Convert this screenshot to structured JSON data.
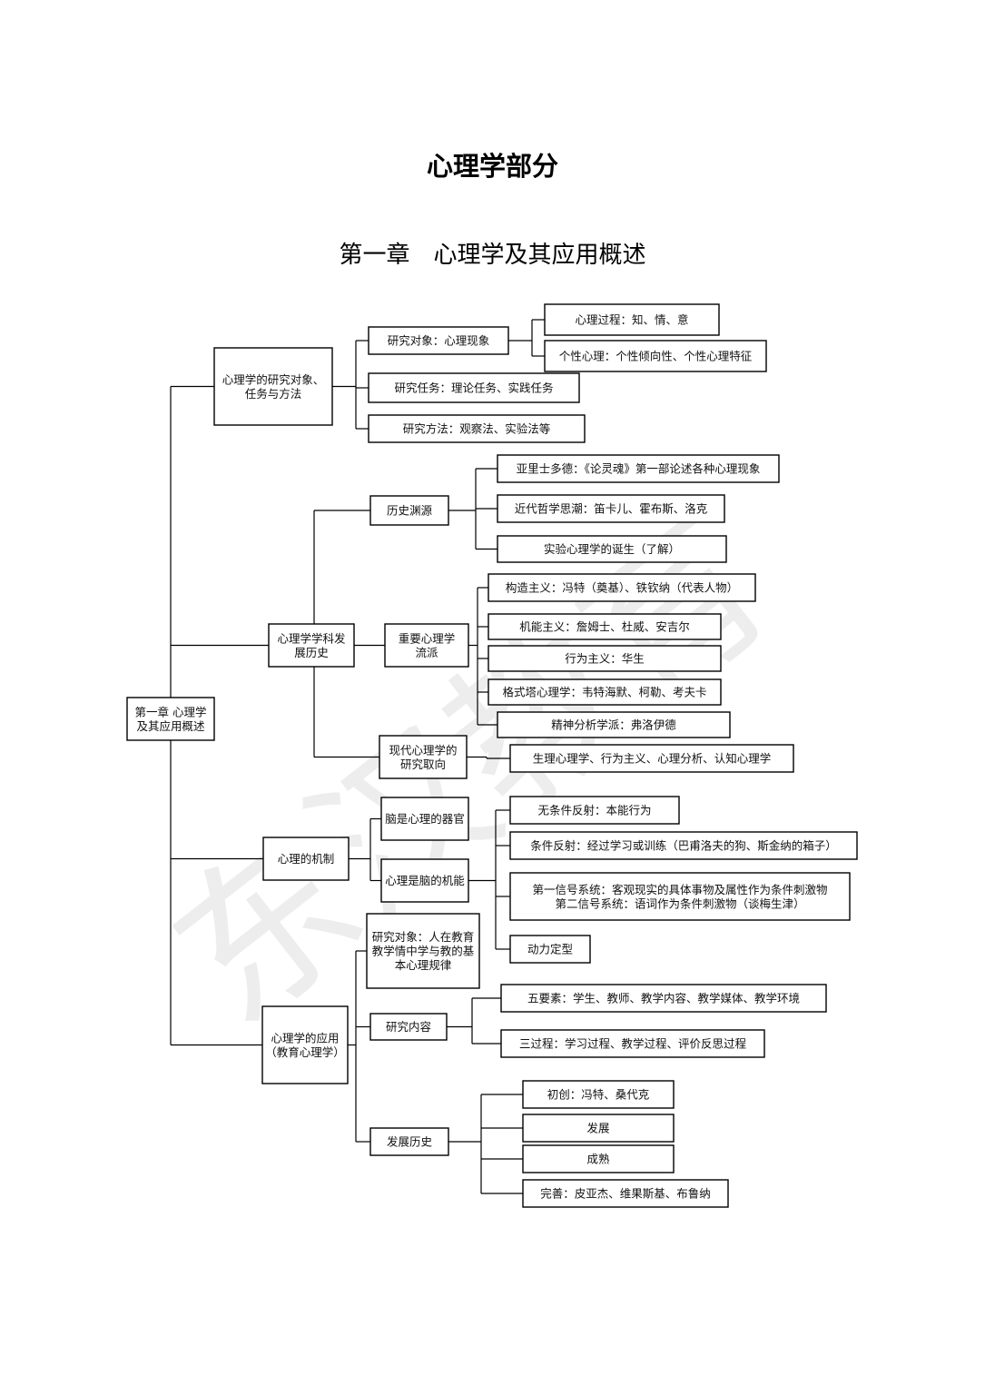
{
  "header": {
    "title": "心理学部分",
    "chapter": "第一章　心理学及其应用概述"
  },
  "watermark": "东汉教育",
  "nodes": {
    "root": "第一章 心理学\n及其应用概述",
    "objects": "心理学的研究对象、\n任务与方法",
    "obj_phen": "研究对象：心理现象",
    "obj_proc": "心理过程：知、情、意",
    "obj_pers": "个性心理：个性倾向性、个性心理特征",
    "obj_task": "研究任务：理论任务、实践任务",
    "obj_meth": "研究方法：观察法、实验法等",
    "history": "心理学学科发\n展历史",
    "hist_src": "历史渊源",
    "hist_ari": "亚里士多德：《论灵魂》第一部论述各种心理现象",
    "hist_phil": "近代哲学思潮：笛卡儿、霍布斯、洛克",
    "hist_exp": "实验心理学的诞生（了解）",
    "schools": "重要心理学\n流派",
    "sch_str": "构造主义：冯特（奠基）、铁钦纳（代表人物）",
    "sch_fun": "机能主义：詹姆士、杜威、安吉尔",
    "sch_beh": "行为主义：华生",
    "sch_ges": "格式塔心理学：韦特海默、柯勒、考夫卡",
    "sch_psy": "精神分析学派：弗洛伊德",
    "modern": "现代心理学的\n研究取向",
    "mod_list": "生理心理学、行为主义、心理分析、认知心理学",
    "mech": "心理的机制",
    "mech_organ": "脑是心理的器官",
    "mech_func": "心理是脑的机能",
    "mf_uncond": "无条件反射：本能行为",
    "mf_cond": "条件反射：经过学习或训练（巴甫洛夫的狗、斯金纳的箱子）",
    "mf_signal": "第一信号系统：客观现实的具体事物及属性作为条件刺激物\n第二信号系统：语词作为条件刺激物（谈梅生津）",
    "mf_dyn": "动力定型",
    "edu": "心理学的应用\n（教育心理学）",
    "edu_obj": "研究对象：人在教育\n教学情中学与教的基\n本心理规律",
    "edu_cont": "研究内容",
    "edu_five": "五要素：学生、教师、教学内容、教学媒体、教学环境",
    "edu_three": "三过程：学习过程、教学过程、评价反思过程",
    "edu_hist": "发展历史",
    "eh_init": "初创：冯特、桑代克",
    "eh_dev": "发展",
    "eh_mat": "成熟",
    "eh_perf": "完善：皮亚杰、维果斯基、布鲁纳"
  }
}
